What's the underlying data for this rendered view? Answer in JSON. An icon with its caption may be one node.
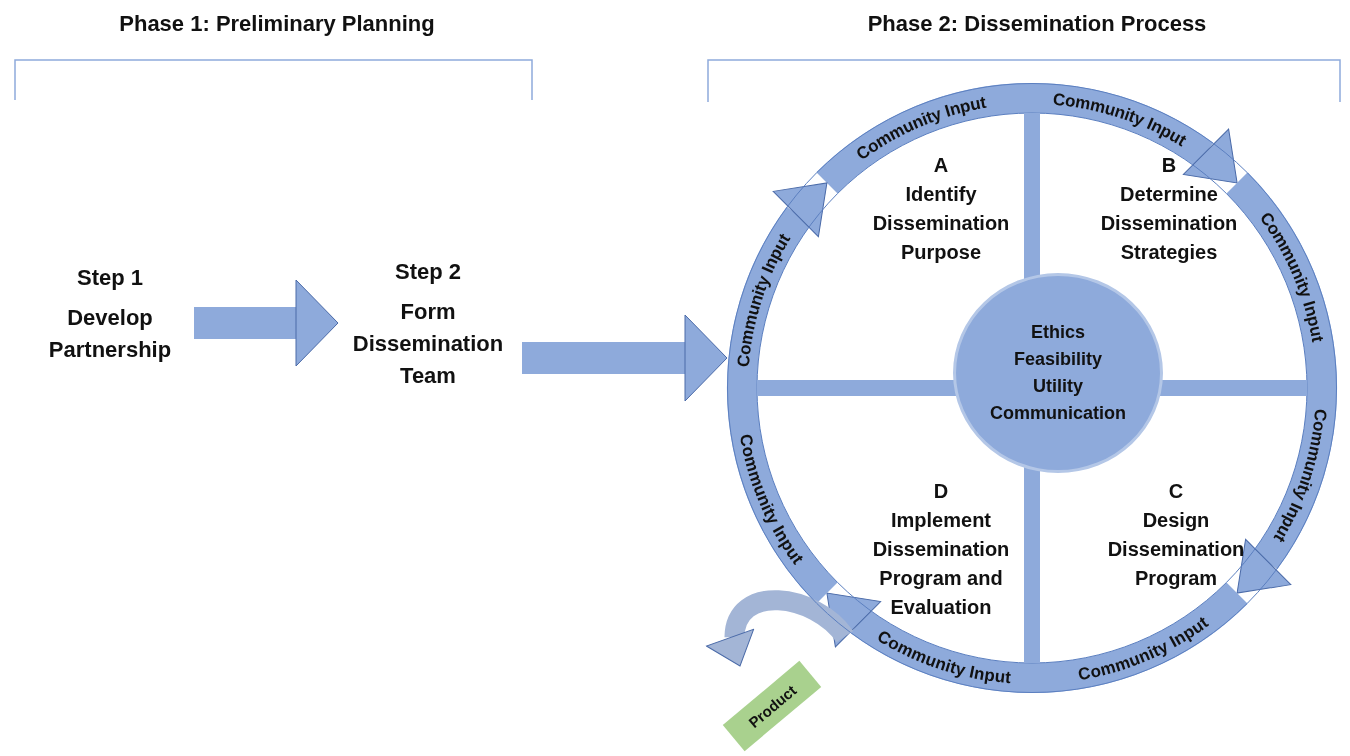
{
  "diagram": {
    "nodes": [
      {
        "text": [
          "Step 1",
          "Develop Partnership"
        ]
      },
      {
        "text": [
          "Step 2",
          "Form Dissemination Team"
        ]
      },
      {
        "text": [],
        "shape": "circle"
      },
      {
        "text": [
          "A",
          "Identify Dissemination Purpose"
        ],
        "in": 2
      },
      {
        "text": [
          "B",
          "Determine Dissemination Strategies"
        ],
        "in": 2
      },
      {
        "text": [
          "Ethics",
          "Feasibility",
          "Utility",
          "Communication"
        ],
        "in": 2
      },
      {
        "text": [
          "D",
          "Implement Dissemination Program and Evaluation"
        ],
        "in": 2
      },
      {
        "text": [
          "C",
          "Design Dissemination Program"
        ],
        "in": 2
      },
      {
        "text": [
          "Product"
        ]
      }
    ],
    "edges": [
      {
        "from": 0,
        "to": 1,
        "arrow": "to"
      },
      {
        "from": 1,
        "to": 2,
        "arrow": "to"
      },
      {
        "from": 3,
        "to": 4,
        "arrow": "to",
        "label": "Community Input"
      },
      {
        "from": 4,
        "to": 7,
        "arrow": "to",
        "label": "Community Input"
      },
      {
        "from": 7,
        "to": 6,
        "arrow": "to",
        "label": "Community Input"
      },
      {
        "from": 6,
        "to": 3,
        "arrow": "to",
        "label": "Community Input"
      },
      {
        "from": 6,
        "to": 8,
        "arrow": "to",
        "color": "#a3b5d6"
      }
    ],
    "labels": [
      "Phase 1: Preliminary Planning",
      "Phase 2: Dissemination Process",
      "Community Input",
      "Community Input",
      "Community Input",
      "Community Input"
    ]
  }
}
